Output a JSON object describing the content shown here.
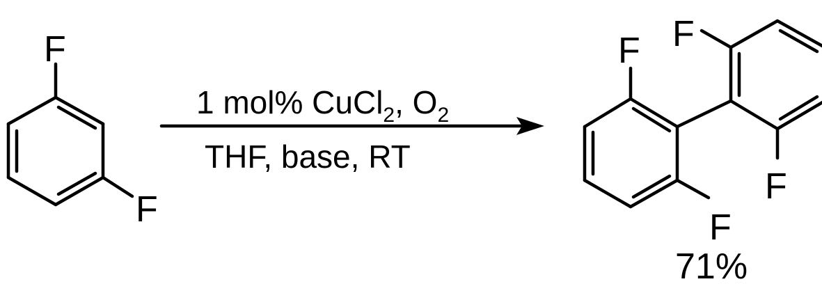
{
  "reactant": {
    "substituent_top": "F",
    "substituent_right": "F"
  },
  "conditions": {
    "catalyst_prefix": "1 mol% CuCl",
    "catalyst_subscript": "2",
    "separator": ", O",
    "oxidant_subscript": "2",
    "second_line": "THF, base, RT"
  },
  "product": {
    "f_top_right_ring": "F",
    "f_top_left_ring": "F",
    "f_bottom_right_ring": "F",
    "f_bottom_left_ring": "F",
    "yield": "71%"
  },
  "colors": {
    "ink": "#000000",
    "background": "#ffffff"
  }
}
